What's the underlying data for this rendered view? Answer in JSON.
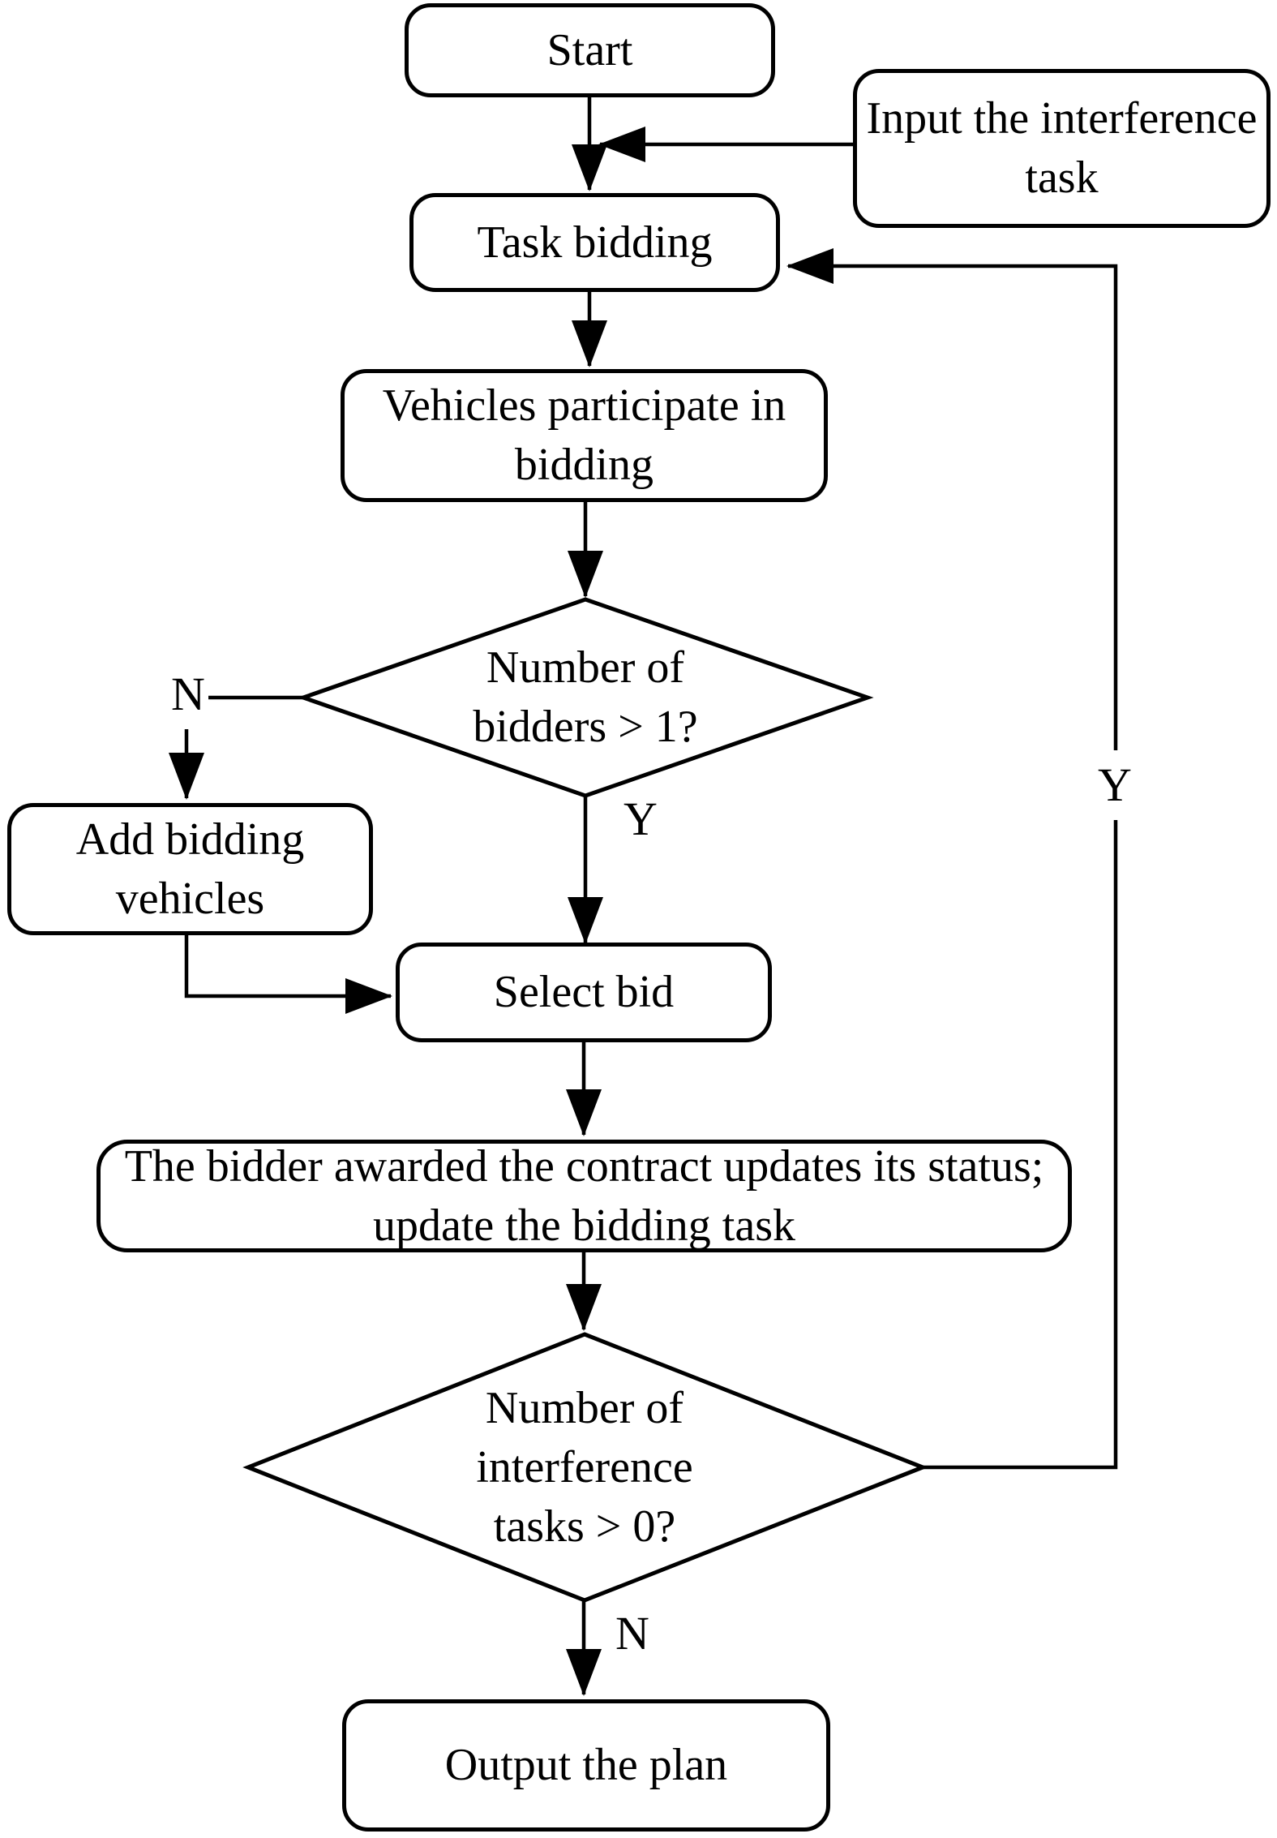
{
  "nodes": {
    "start": {
      "label": "Start"
    },
    "input_task": {
      "label": "Input the interference\ntask"
    },
    "task_bidding": {
      "label": "Task bidding"
    },
    "vehicles": {
      "label": "Vehicles participate in\nbidding"
    },
    "decision_bidders": {
      "label": "Number of\nbidders > 1?"
    },
    "add_vehicles": {
      "label": "Add bidding\nvehicles"
    },
    "select_bid": {
      "label": "Select bid"
    },
    "update_status": {
      "label": "The bidder awarded the contract updates its status;\nupdate the bidding task"
    },
    "decision_tasks": {
      "label": "Number of\ninterference\ntasks > 0?"
    },
    "output": {
      "label": "Output the plan"
    }
  },
  "edge_labels": {
    "no_bidders": "N",
    "yes_bidders": "Y",
    "yes_tasks": "Y",
    "no_tasks": "N"
  },
  "colors": {
    "stroke": "#000000",
    "fill": "#ffffff"
  }
}
